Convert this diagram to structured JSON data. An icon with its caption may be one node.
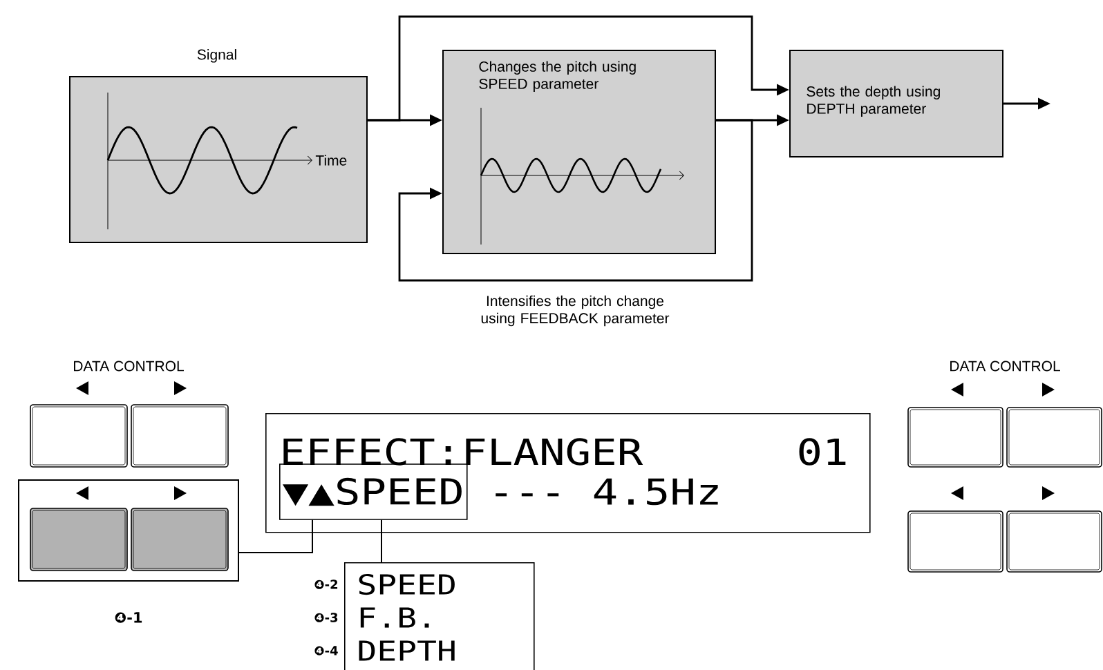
{
  "diagram": {
    "nodes": [
      {
        "text": [
          "Signal",
          "Time"
        ]
      },
      {
        "text": [
          "Changes the pitch using SPEED parameter"
        ]
      },
      {
        "text": [
          "Sets the depth using DEPTH parameter"
        ]
      },
      {
        "text": [],
        "shape": "box",
        "beside": [
          "❹-1"
        ]
      },
      {
        "text": [
          "EFFECT:FLANGER",
          "01",
          "--- 4.5Hz"
        ]
      },
      {
        "text": [
          "▼▲SPEED"
        ],
        "in": 4
      },
      {
        "text": [
          "SPEED",
          "F.B.",
          "DEPTH"
        ],
        "beside": [
          "❹-2",
          "❹-3",
          "❹-4"
        ]
      }
    ],
    "edges": [
      {
        "from": 0,
        "to": 1,
        "arrow": "to"
      },
      {
        "from": 0,
        "to": 2,
        "arrow": "to"
      },
      {
        "from": 1,
        "to": 2,
        "arrow": "to"
      },
      {
        "from": 1,
        "to": 1,
        "arrow": "to",
        "label": "Intensifies the pitch change using FEEDBACK parameter"
      },
      {
        "from": 2,
        "to": null,
        "arrow": "to"
      },
      {
        "from": 3,
        "to": 5,
        "arrow": "none"
      },
      {
        "from": 5,
        "to": 6,
        "arrow": "none"
      }
    ],
    "labels": [
      "DATA CONTROL",
      "DATA CONTROL"
    ]
  }
}
